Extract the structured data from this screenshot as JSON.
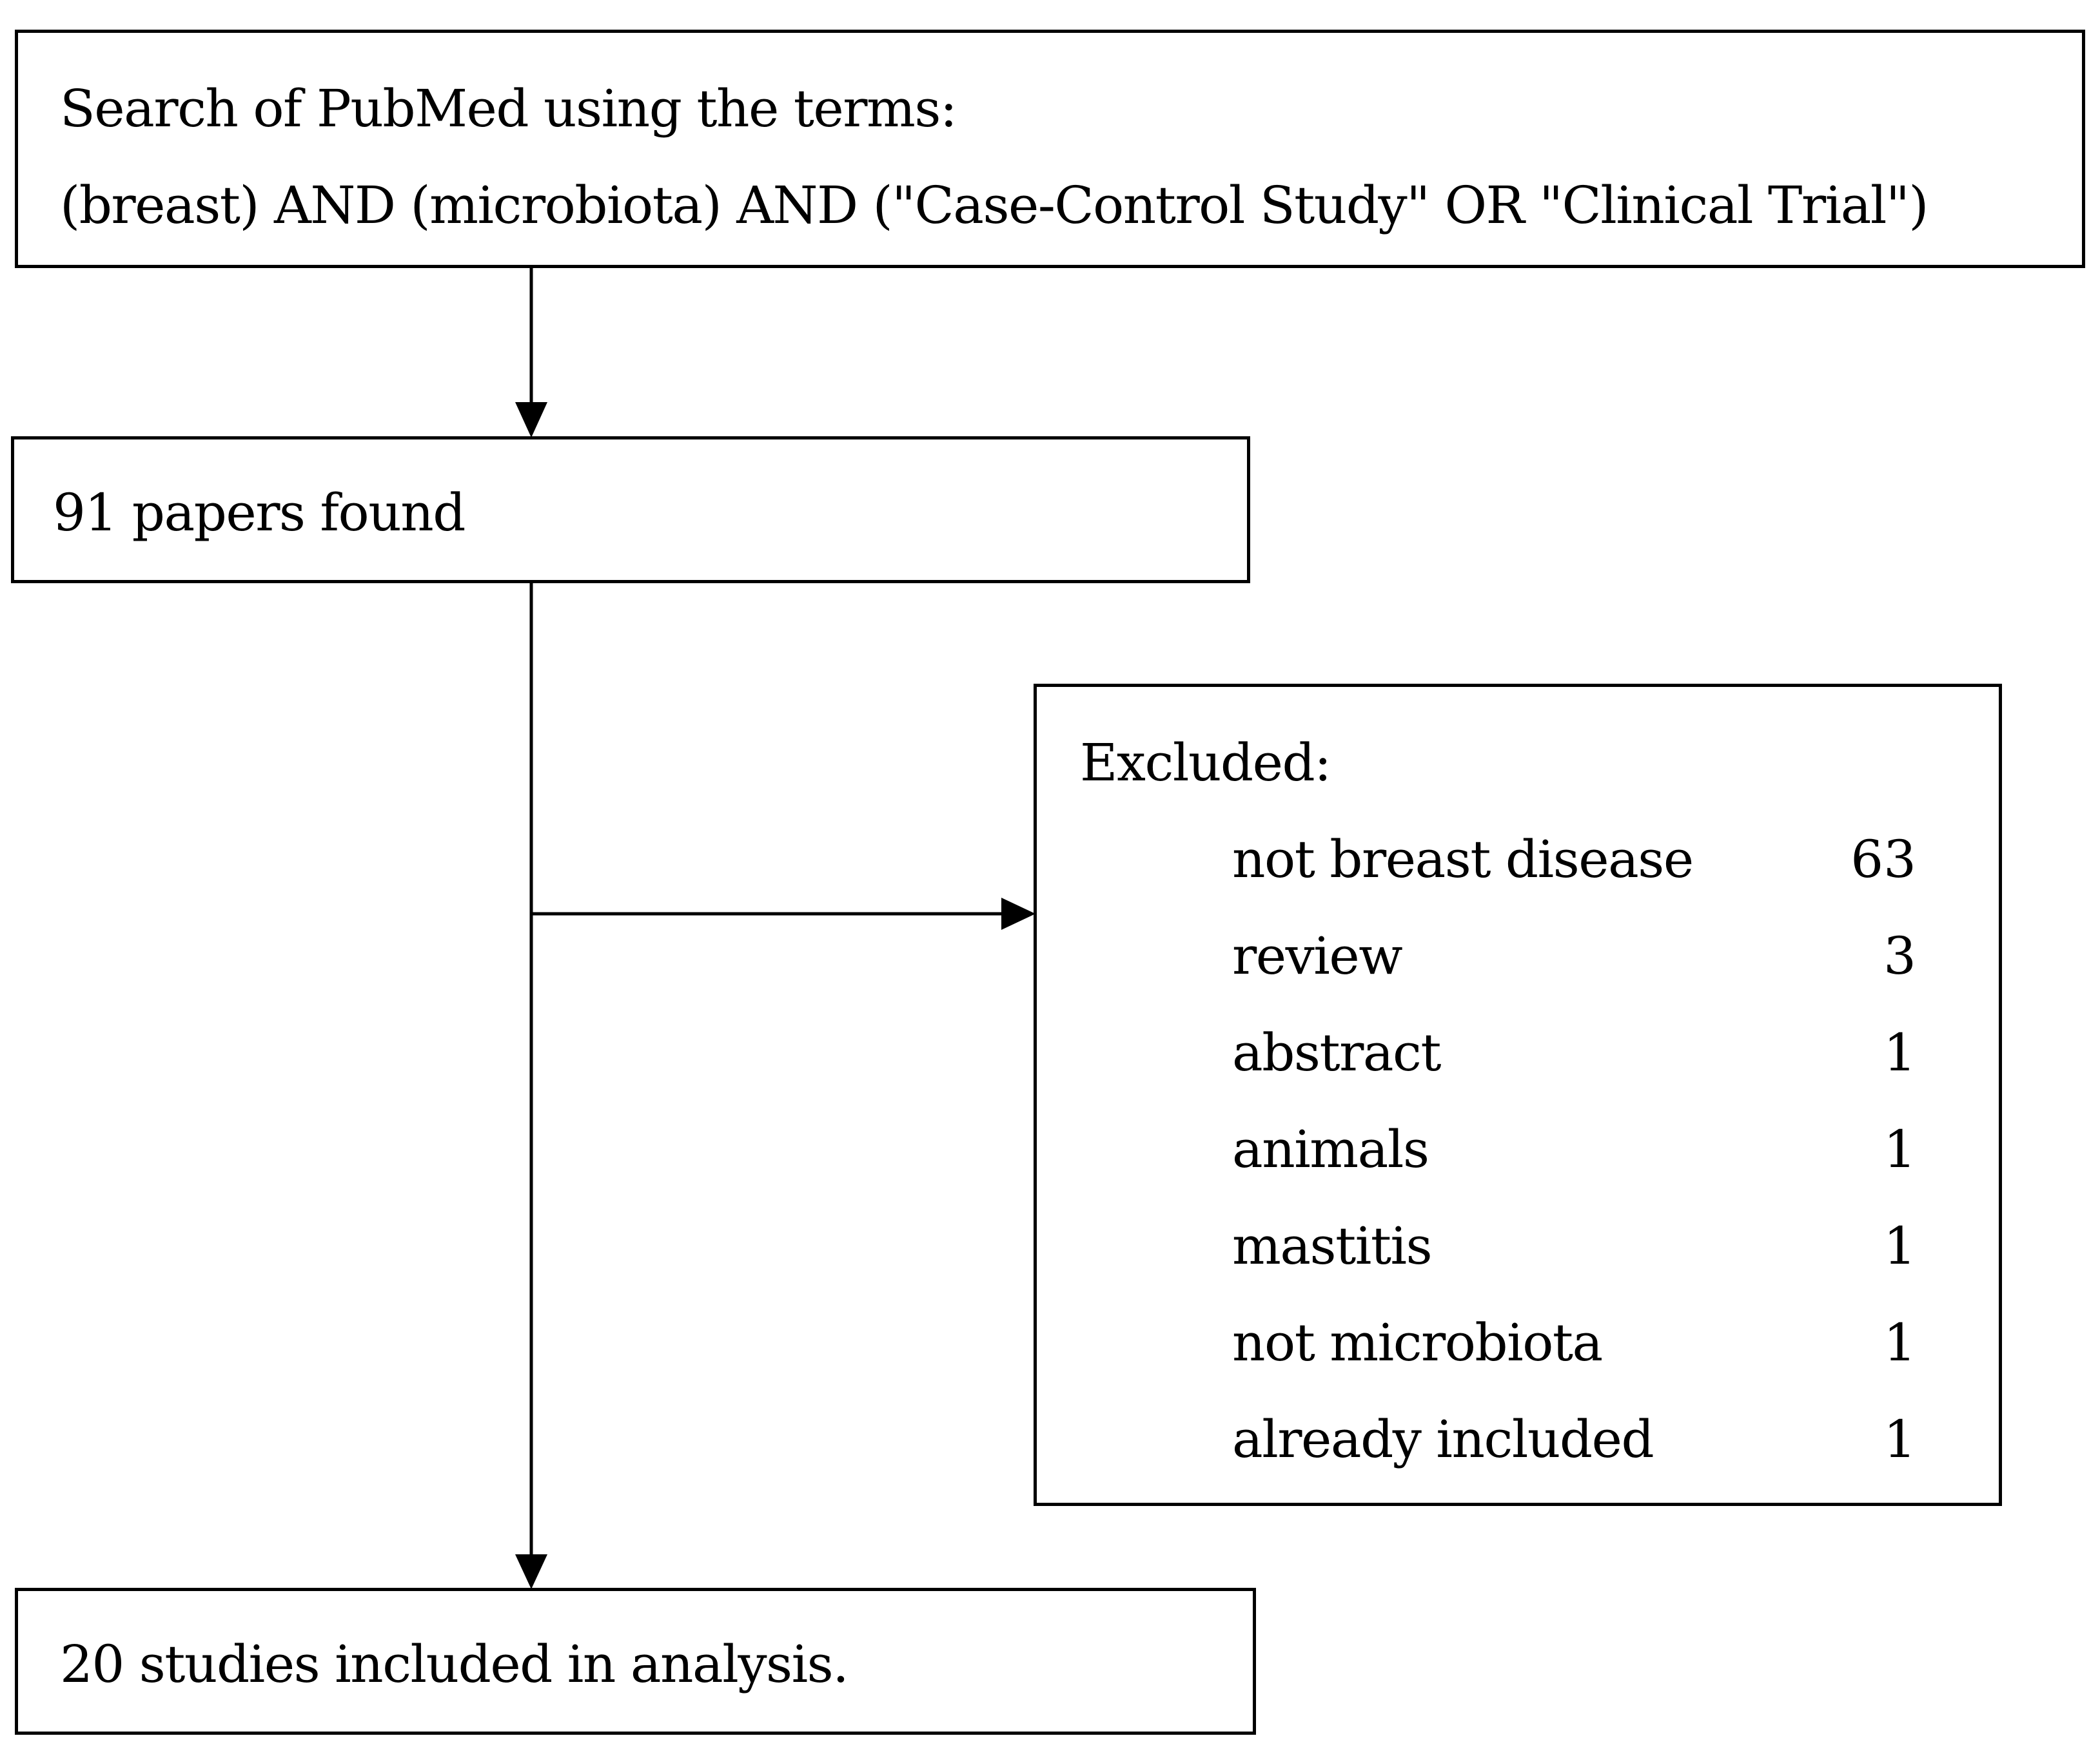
{
  "search_box": {
    "line1": "Search of PubMed using the terms:",
    "line2": "(breast) AND (microbiota) AND (\"Case-Control Study\" OR \"Clinical Trial\")"
  },
  "found_box": {
    "text": "91 papers found"
  },
  "excluded_box": {
    "title": "Excluded:",
    "items": [
      {
        "label": "not breast disease",
        "count": "63"
      },
      {
        "label": "review",
        "count": "3"
      },
      {
        "label": "abstract",
        "count": "1"
      },
      {
        "label": "animals",
        "count": "1"
      },
      {
        "label": "mastitis",
        "count": "1"
      },
      {
        "label": "not microbiota",
        "count": "1"
      },
      {
        "label": "already included",
        "count": "1"
      }
    ]
  },
  "result_box": {
    "text": "20 studies included in analysis."
  },
  "colors": {
    "line": "#000000",
    "background": "#ffffff"
  }
}
